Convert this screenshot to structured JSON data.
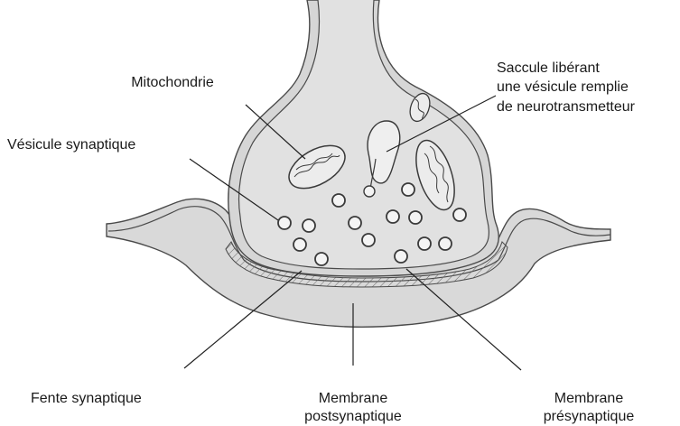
{
  "labels": {
    "mitochondrie": "Mitochondrie",
    "vesicule_synaptique": "Vésicule synaptique",
    "saccule_line1": "Saccule libérant",
    "saccule_line2": "une vésicule remplie",
    "saccule_line3": "de neurotransmetteur",
    "fente_synaptique": "Fente synaptique",
    "membrane_post_line1": "Membrane",
    "membrane_post_line2": "postsynaptique",
    "membrane_pre_line1": "Membrane",
    "membrane_pre_line2": "présynaptique"
  },
  "colors": {
    "tissue_fill": "#d9d9d9",
    "inner_fill": "#e1e1e1",
    "cleft_fill": "#eeeeee",
    "outline": "#4a4a4a",
    "leader": "#222222",
    "vesicle_fill": "#f4f4f4"
  }
}
